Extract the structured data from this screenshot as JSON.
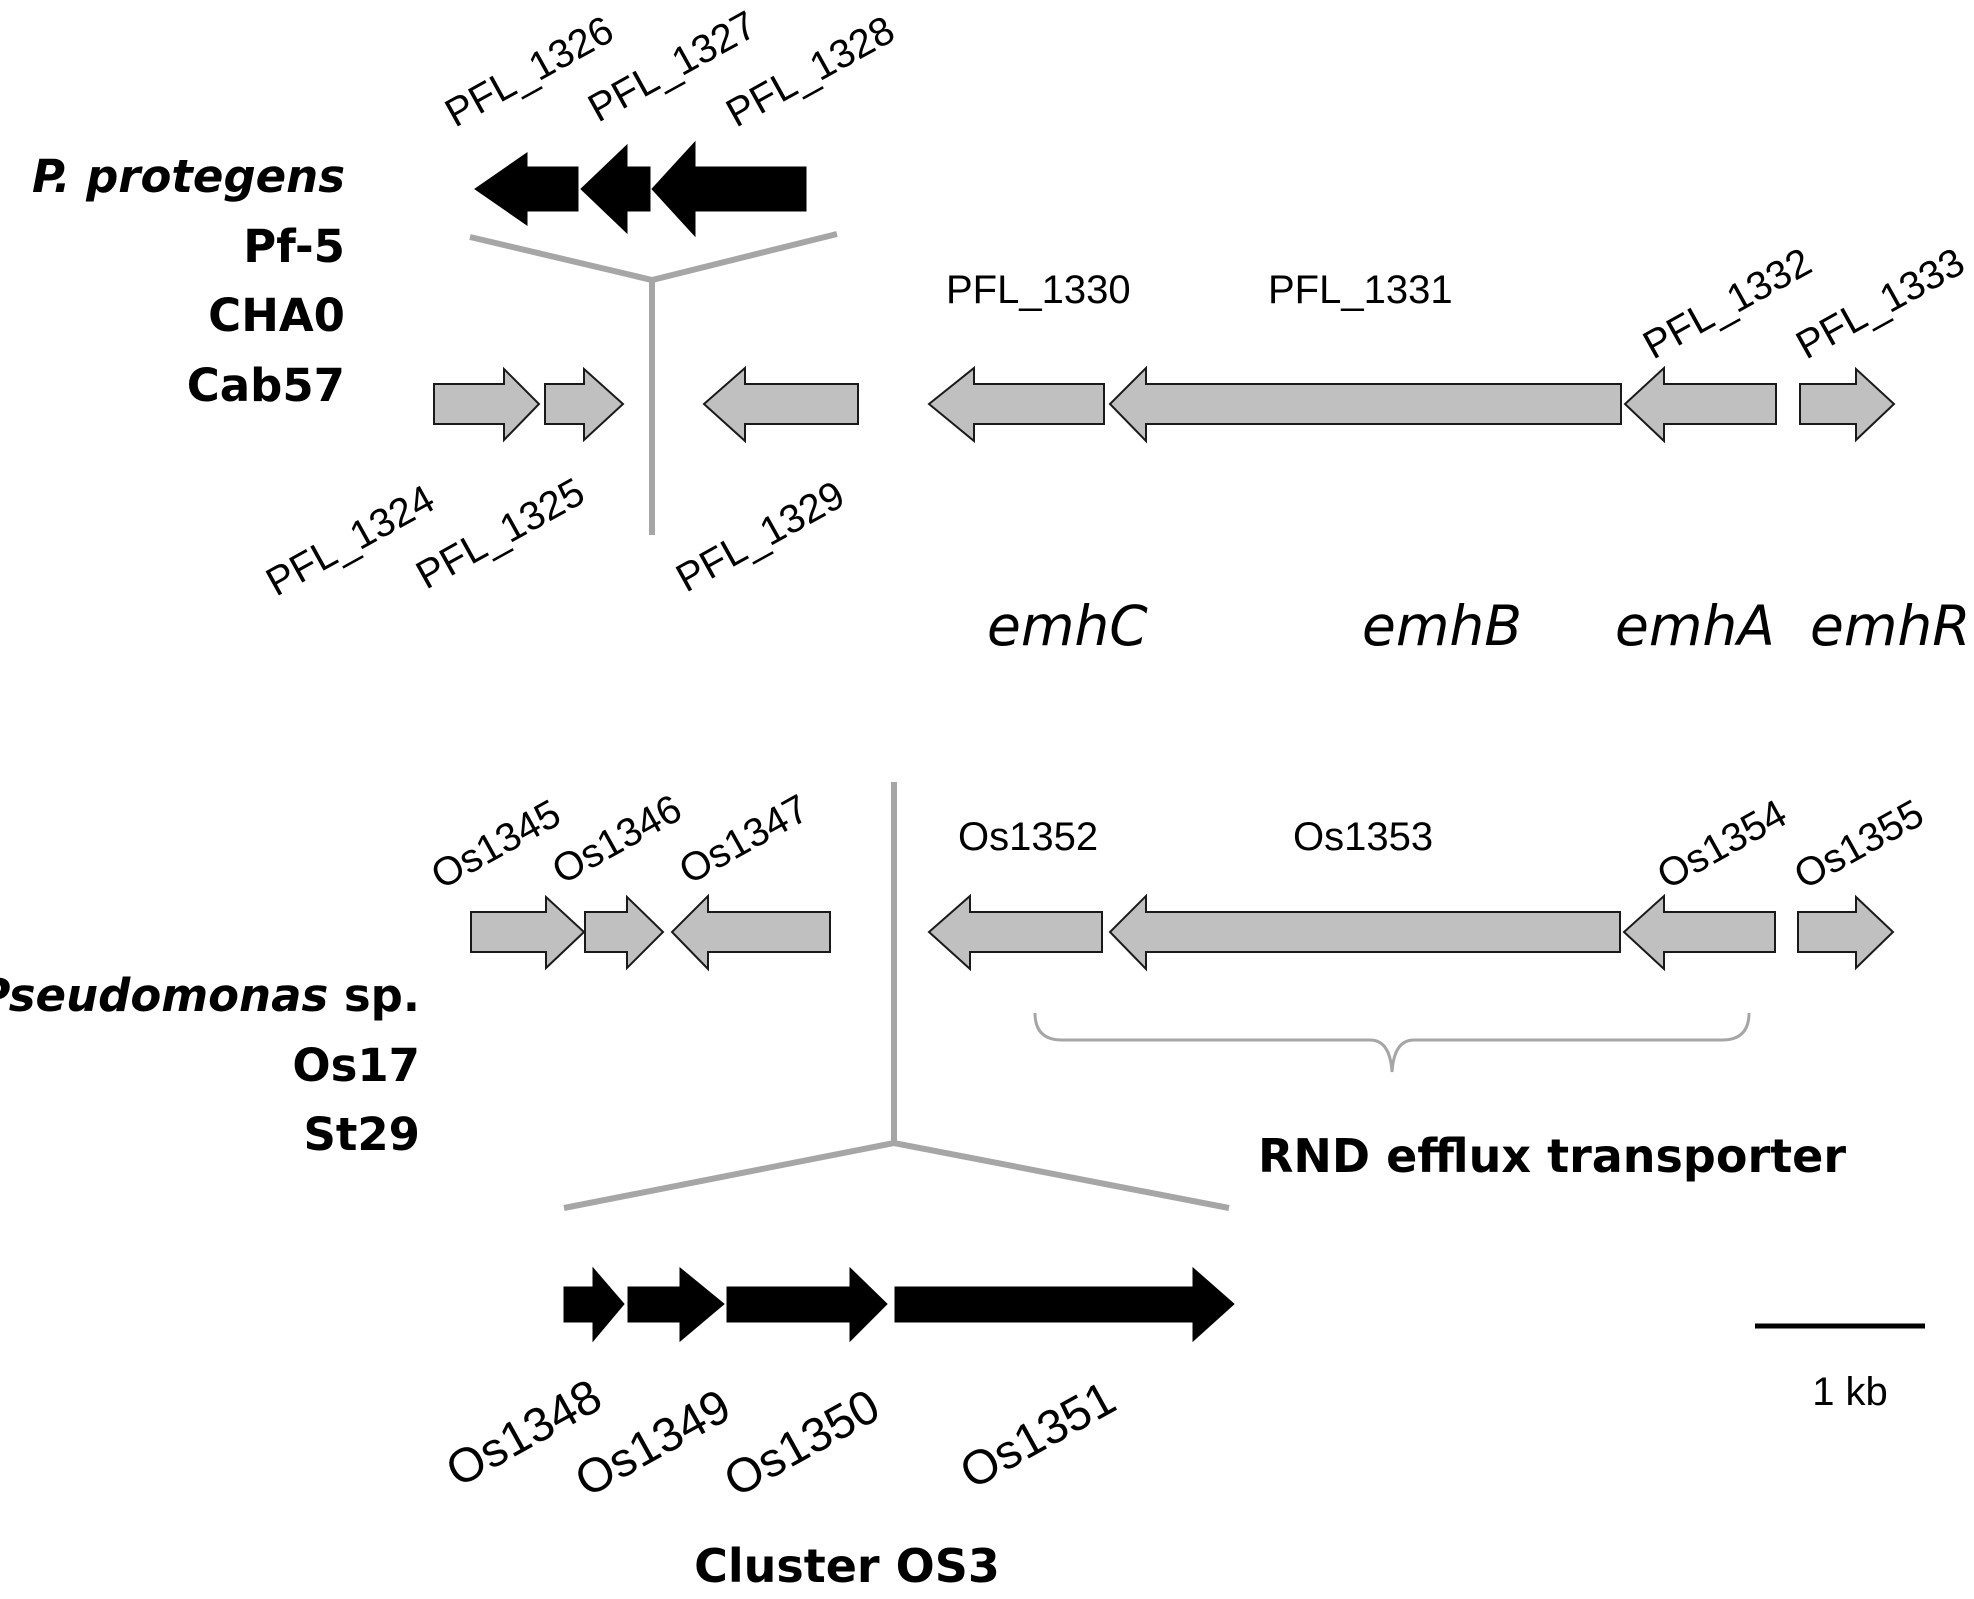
{
  "strains_top": {
    "species": "P. protegens",
    "strain1": "Pf-5",
    "strain2": "CHA0",
    "strain3": "Cab57"
  },
  "strains_bottom": {
    "species": "Pseudomonas",
    "species_suffix": " sp.",
    "strain1": "Os17",
    "strain2": "St29"
  },
  "top_insert_genes": [
    "PFL_1326",
    "PFL_1327",
    "PFL_1328"
  ],
  "top_row_genes": {
    "g1324": "PFL_1324",
    "g1325": "PFL_1325",
    "g1329": "PFL_1329",
    "g1330": "PFL_1330",
    "g1331": "PFL_1331",
    "g1332": "PFL_1332",
    "g1333": "PFL_1333"
  },
  "gene_names": {
    "emhC": "emhC",
    "emhB": "emhB",
    "emhA": "emhA",
    "emhR": "emhR"
  },
  "bottom_row_genes": {
    "g1345": "Os1345",
    "g1346": "Os1346",
    "g1347": "Os1347",
    "g1352": "Os1352",
    "g1353": "Os1353",
    "g1354": "Os1354",
    "g1355": "Os1355"
  },
  "cluster_genes": [
    "Os1348",
    "Os1349",
    "Os1350",
    "Os1351"
  ],
  "rnd_label": "RND efflux transporter",
  "cluster_label": "Cluster OS3",
  "scale_label": "1 kb",
  "colors": {
    "gray_gene": "#c0c0c0",
    "black_gene": "#000000",
    "guide_line": "#a6a6a6"
  }
}
